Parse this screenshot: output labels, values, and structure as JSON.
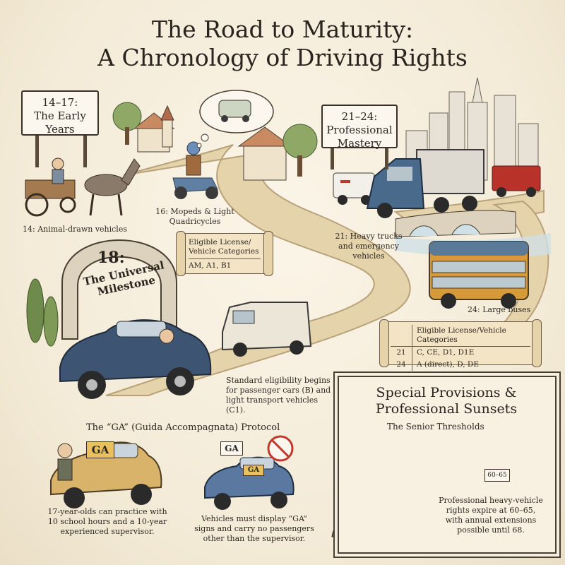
{
  "title": {
    "line1": "The Road to Maturity:",
    "line2": "A Chronology of Driving Rights"
  },
  "early": {
    "sign_age": "14–17:",
    "sign_text": "The Early Years",
    "caption_14": "14: Animal-drawn vehicles",
    "caption_16": "16: Mopeds & Light Quadricycles",
    "scroll_header": "Eligible License/ Vehicle Categories",
    "scroll_value": "AM, A1, B1"
  },
  "professional": {
    "sign_age": "21–24:",
    "sign_text": "Professional Mastery",
    "caption_21": "21: Heavy trucks and emergency vehicles",
    "caption_24": "24: Large buses",
    "table_header": "Eligible License/Vehicle Categories",
    "rows": [
      {
        "age": "21",
        "categories": "C, CE, D1, D1E"
      },
      {
        "age": "24",
        "categories": "A (direct), D, DE"
      }
    ]
  },
  "milestone": {
    "age": "18:",
    "text": "The Universal Milestone",
    "caption": "Standard eligibility begins for passenger cars (B) and light transport vehicles (C1)."
  },
  "ga": {
    "heading": "The “GA” (Guida Accompagnata) Protocol",
    "sign": "GA",
    "caption_left": "17-year-olds can practice with 10 school hours and a 10-year experienced supervisor.",
    "caption_right": "Vehicles must display “GA” signs and carry no passengers other than the supervisor."
  },
  "special": {
    "heading_line1": "Special Provisions &",
    "heading_line2": "Professional Sunsets",
    "subheading": "The Senior Thresholds",
    "clock_sign": "60–65",
    "caption": "Professional heavy-vehicle rights expire at 60–65, with annual extensions possible until 68."
  },
  "colors": {
    "paper": "#f6efe0",
    "road": "#e4d3ab",
    "ink": "#2d2620",
    "car_blue": "#3d5573",
    "truck_blue": "#4a6a8c",
    "bus_orange": "#d69a3a",
    "fire_red": "#b8322a",
    "tree_green": "#7f9a57"
  }
}
